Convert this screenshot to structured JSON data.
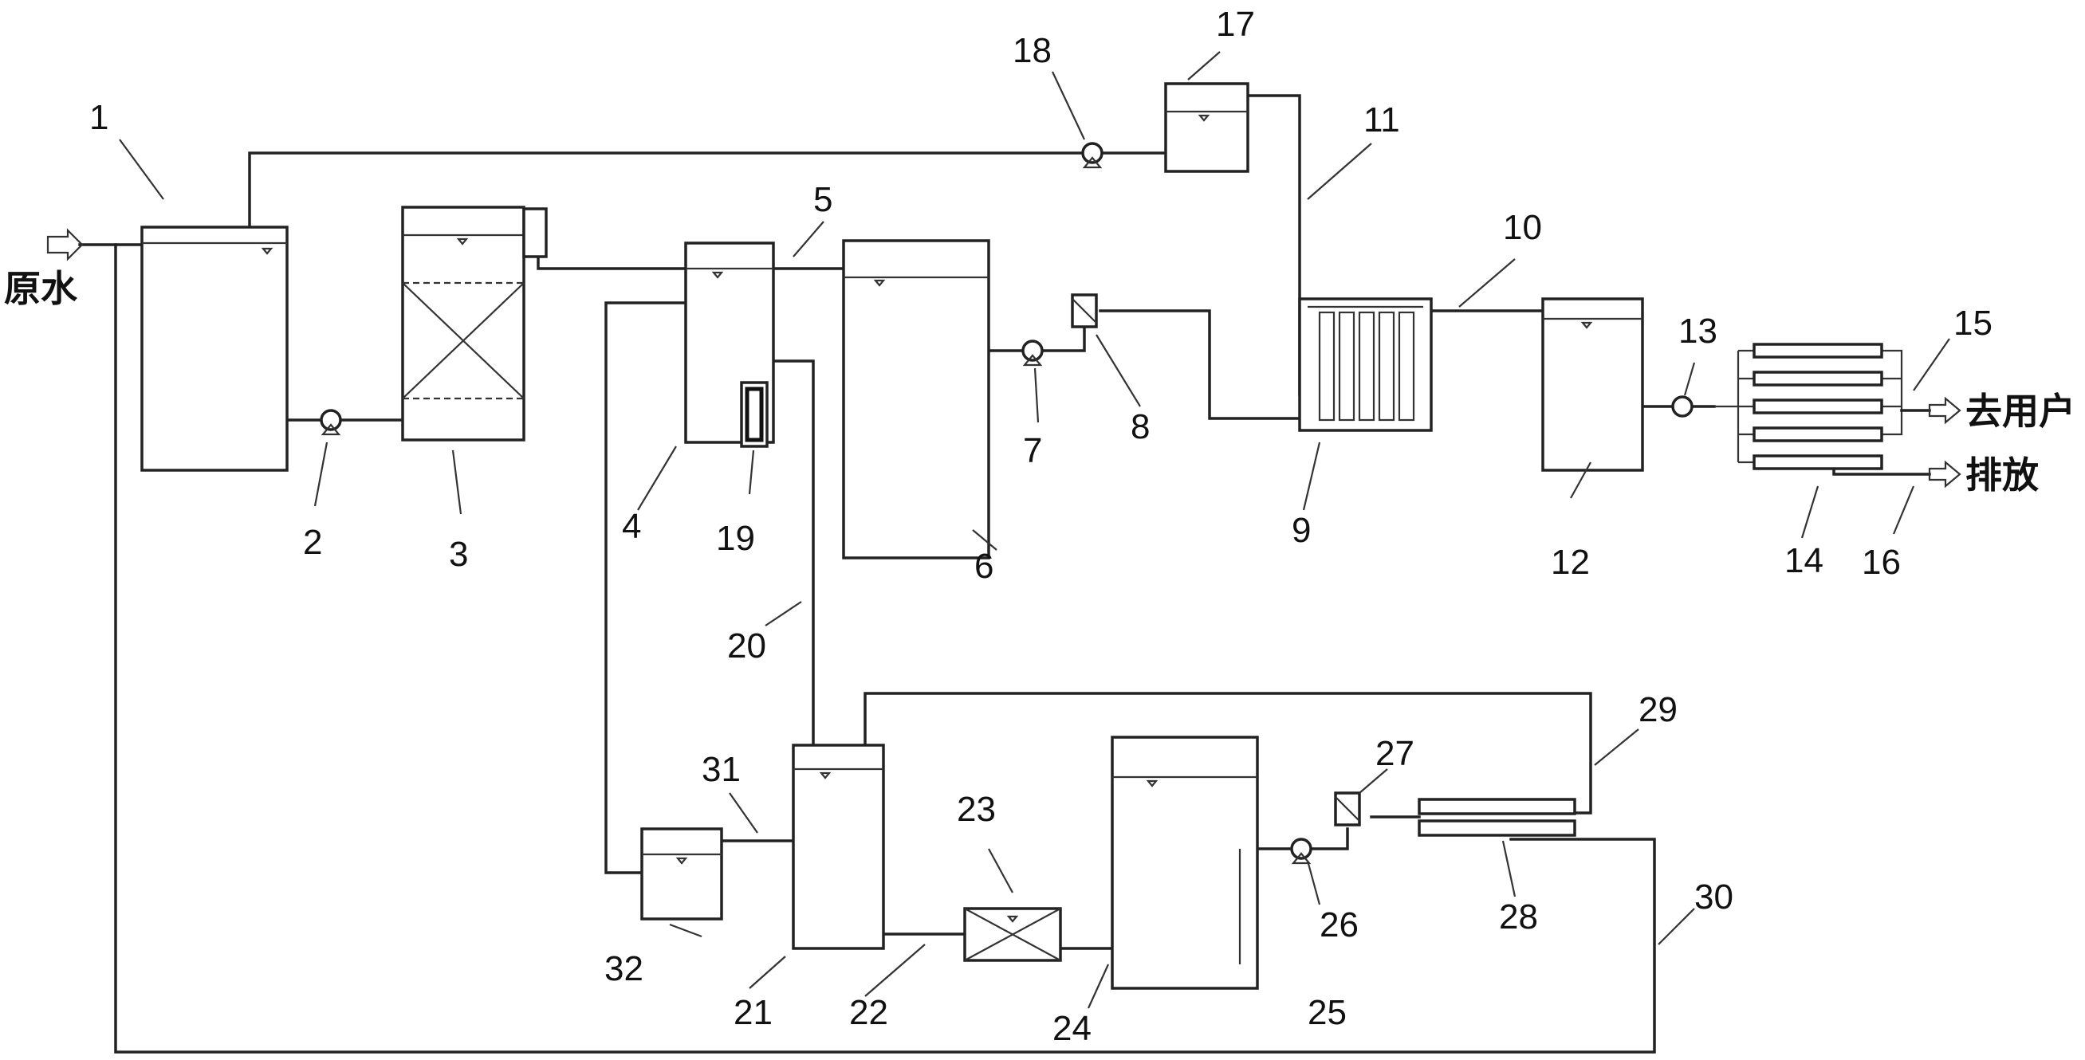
{
  "texts": {
    "raw_water": "原水",
    "to_user": "去用户",
    "discharge": "排放"
  },
  "numbers": [
    "1",
    "2",
    "3",
    "4",
    "5",
    "6",
    "7",
    "8",
    "9",
    "10",
    "11",
    "12",
    "13",
    "14",
    "15",
    "16",
    "17",
    "18",
    "19",
    "20",
    "21",
    "22",
    "23",
    "24",
    "25",
    "26",
    "27",
    "28",
    "29",
    "30",
    "31",
    "32"
  ]
}
